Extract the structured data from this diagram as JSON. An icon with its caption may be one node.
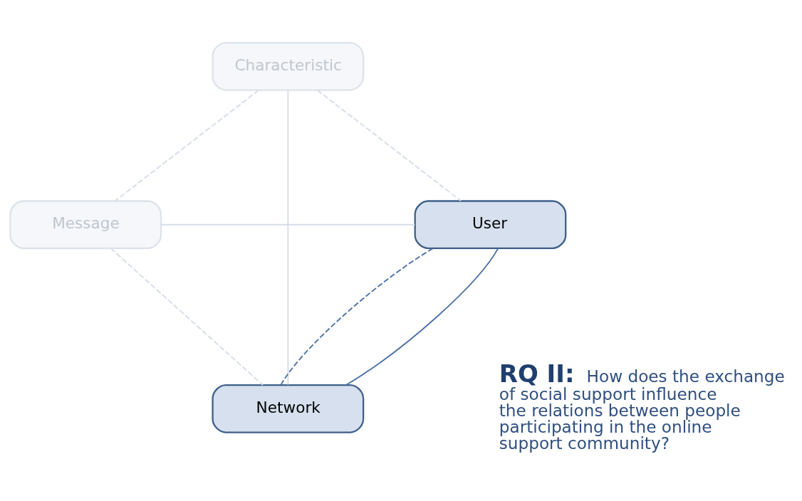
{
  "diagram": {
    "nodes": [
      {
        "text": [
          "Characteristic"
        ]
      },
      {
        "text": [
          "Message"
        ]
      },
      {
        "text": [
          "User"
        ]
      },
      {
        "text": [
          "Network"
        ]
      }
    ],
    "edges": [
      {
        "from": 0,
        "to": 1,
        "arrow": "none",
        "style": "dashed"
      },
      {
        "from": 0,
        "to": 2,
        "arrow": "none",
        "style": "dashed"
      },
      {
        "from": 1,
        "to": 3,
        "arrow": "none",
        "style": "dashed"
      },
      {
        "from": 2,
        "to": 3,
        "arrow": "none",
        "style": "dashed",
        "color": "#4a6fa5"
      },
      {
        "from": 0,
        "to": 3,
        "arrow": "none"
      },
      {
        "from": 1,
        "to": 2,
        "arrow": "none"
      },
      {
        "from": 2,
        "to": 3,
        "arrow": "none",
        "color": "#4a6fa5"
      }
    ],
    "labels": [
      "**RQ II:** How does the exchange of social support influence the relations between people participating in the online support community?"
    ]
  }
}
